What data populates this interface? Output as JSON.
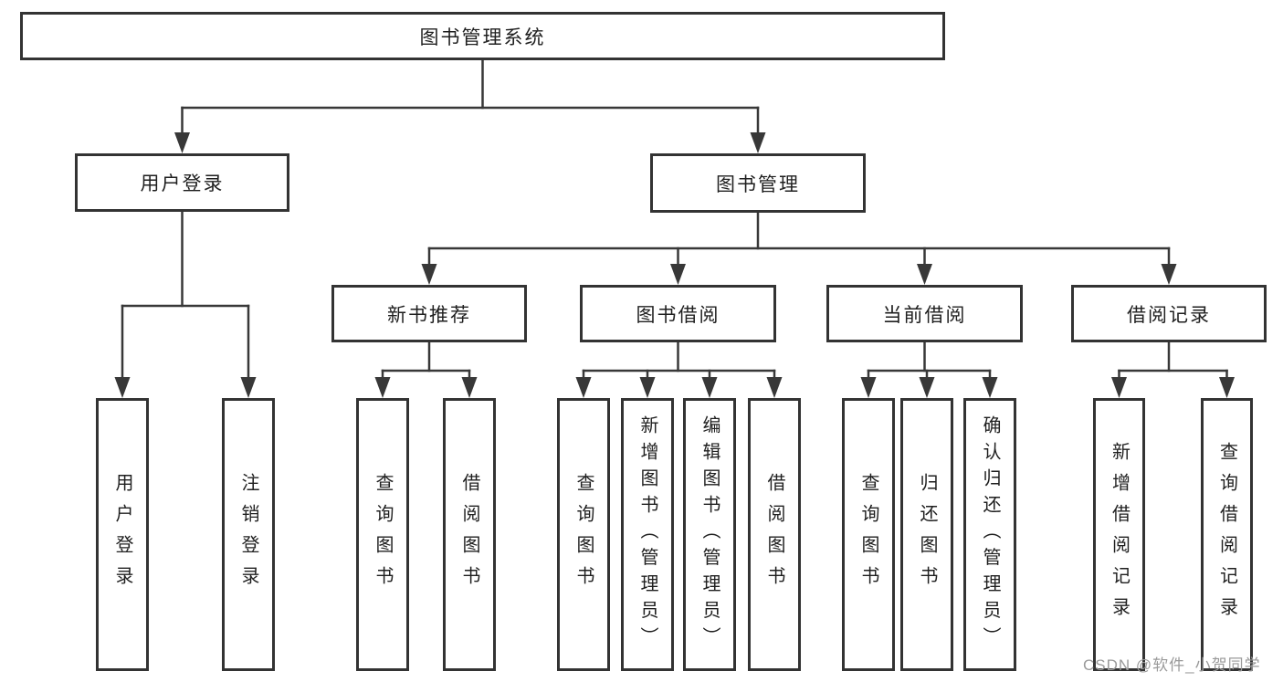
{
  "diagram": {
    "title": "图书管理系统",
    "watermark": "CSDN @软件_小贺同学",
    "colors": {
      "line": "#383838",
      "box_border": "#333333",
      "text": "#1f1f1f",
      "background": "#ffffff",
      "watermark": "#9a9a9a"
    }
  },
  "nodes": [
    {
      "id": "root",
      "label": "图书管理系统",
      "parent": null,
      "orientation": "horizontal"
    },
    {
      "id": "login",
      "label": "用户登录",
      "parent": "root",
      "orientation": "horizontal"
    },
    {
      "id": "mgmt",
      "label": "图书管理",
      "parent": "root",
      "orientation": "horizontal"
    },
    {
      "id": "rec",
      "label": "新书推荐",
      "parent": "mgmt",
      "orientation": "horizontal"
    },
    {
      "id": "borrow",
      "label": "图书借阅",
      "parent": "mgmt",
      "orientation": "horizontal"
    },
    {
      "id": "current",
      "label": "当前借阅",
      "parent": "mgmt",
      "orientation": "horizontal"
    },
    {
      "id": "records",
      "label": "借阅记录",
      "parent": "mgmt",
      "orientation": "horizontal"
    },
    {
      "id": "login-user",
      "label": "用户登录",
      "parent": "login",
      "orientation": "vertical"
    },
    {
      "id": "login-logout",
      "label": "注销登录",
      "parent": "login",
      "orientation": "vertical"
    },
    {
      "id": "rec-query",
      "label": "查询图书",
      "parent": "rec",
      "orientation": "vertical"
    },
    {
      "id": "rec-borrow",
      "label": "借阅图书",
      "parent": "rec",
      "orientation": "vertical"
    },
    {
      "id": "borrow-query",
      "label": "查询图书",
      "parent": "borrow",
      "orientation": "vertical"
    },
    {
      "id": "borrow-add",
      "label": "新增图书（管理员）",
      "parent": "borrow",
      "orientation": "vertical"
    },
    {
      "id": "borrow-edit",
      "label": "编辑图书（管理员）",
      "parent": "borrow",
      "orientation": "vertical"
    },
    {
      "id": "borrow-borrow",
      "label": "借阅图书",
      "parent": "borrow",
      "orientation": "vertical"
    },
    {
      "id": "current-query",
      "label": "查询图书",
      "parent": "current",
      "orientation": "vertical"
    },
    {
      "id": "current-return",
      "label": "归还图书",
      "parent": "current",
      "orientation": "vertical"
    },
    {
      "id": "current-confirm",
      "label": "确认归还（管理员）",
      "parent": "current",
      "orientation": "vertical"
    },
    {
      "id": "records-add",
      "label": "新增借阅记录",
      "parent": "records",
      "orientation": "vertical"
    },
    {
      "id": "records-query",
      "label": "查询借阅记录",
      "parent": "records",
      "orientation": "vertical"
    }
  ]
}
